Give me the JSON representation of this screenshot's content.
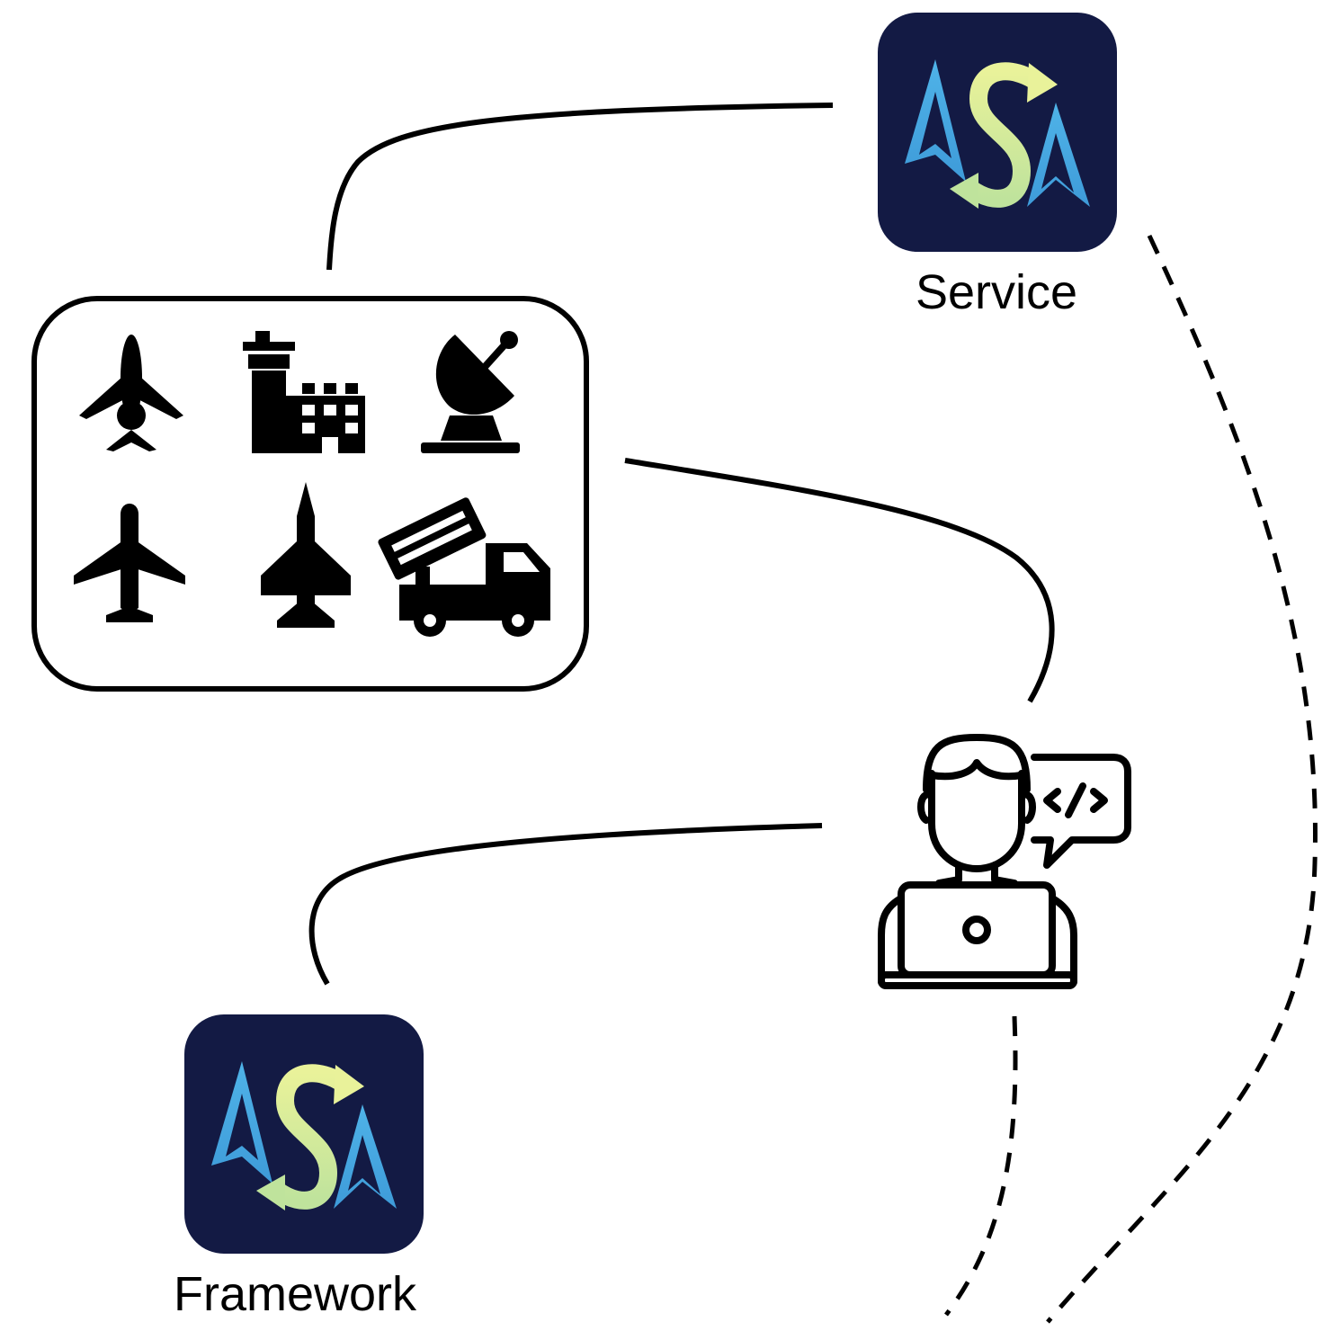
{
  "labels": {
    "service": "Service",
    "framework": "Framework"
  },
  "logo": {
    "letters": "ASA",
    "tile_color": "#131a44",
    "a_color": "#4fb3e8",
    "s_color": "#d9ed8c"
  },
  "icons": [
    "business-jet-icon",
    "control-tower-building-icon",
    "radar-dish-icon",
    "airliner-icon",
    "fighter-jet-icon",
    "missile-launcher-truck-icon",
    "developer-laptop-icon",
    "code-speech-bubble-icon"
  ],
  "connectors": {
    "solid_color": "#000000",
    "dashed_color": "#000000"
  }
}
